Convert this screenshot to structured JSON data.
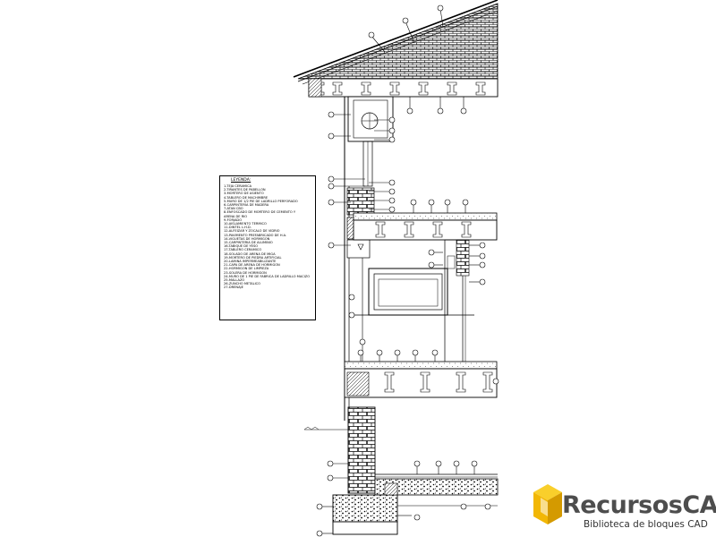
{
  "legend": {
    "title": "LEYENDA:",
    "items": [
      "1-TEJA CERAMICA",
      "2-TIRANTES DE PABELLON",
      "3-MORTERO DE ASIENTO",
      "4-TABLERO DE MACHIMBRE",
      "5-MURO DE 1/2 PIE DE LADRILLO PERFORADO",
      "6-CARPINTERIA DE MADERA",
      "7-ATAN CBO",
      "8-ENFOSCADO DE MORTERO DE CEMENTO Y",
      "   ARENA DE RIO",
      "9-FORJADO",
      "10-AISLAMIENTO TERMICO",
      "11-DINTEL L.H.D.",
      "12-ALFEIZAR Y ZOCALO DE VIDRIO",
      "13-PAVIMENTO PREFABRICADO DE H.A.",
      "14-VIGUETAS DE HORMIGON",
      "15-CARPINTERIA DE ALUMINIO",
      "16-TABIQUE DE YESO",
      "17-TABLERO CERAMICO",
      "18-SOLADO DE ARENA DE MIGA",
      "19-MORTERO DE PIEDRA ARTIFICIAL",
      "20-LAMINA IMPERMEABILIZANTE",
      "21-CAPA DE ARENA DE HORMIGON",
      "22-HORMIGON DE LIMPIEZA",
      "23-SOLERA DE HORMIGON",
      "24-MURO DE 1 PIE DE FABRICA DE LADRILLO MACIZO",
      "25-MALLAZO",
      "26-ZUNCHO METALICO",
      "27-DRENAJE"
    ]
  },
  "logo": {
    "brand_part1": "Recursos",
    "brand_part2": "CAD",
    "tagline": "Biblioteca de bloques CAD",
    "colors": {
      "yellow": "#f2b705",
      "dark_yellow": "#d49a00",
      "grey": "#4d4d4d"
    }
  }
}
